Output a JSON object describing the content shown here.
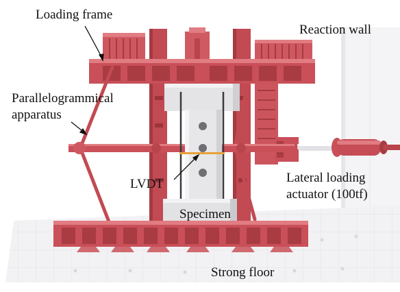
{
  "labels": {
    "loading_frame": "Loading frame",
    "reaction_wall": "Reaction wall",
    "parallelogram_line1": "Parallelogrammical",
    "parallelogram_line2": "apparatus",
    "lvdt": "LVDT",
    "specimen": "Specimen",
    "lateral_line1": "Lateral loading",
    "lateral_line2": "actuator (100tf)",
    "strong_floor": "Strong floor"
  },
  "colors": {
    "steel_red": "#c9525a",
    "steel_dark": "#8e2f36",
    "steel_light": "#e07c82",
    "concrete": "#e3e3e3",
    "floor": "#f1f1f3",
    "wall": "#f5f5f7",
    "lvdt_orange": "#e8a13a"
  }
}
